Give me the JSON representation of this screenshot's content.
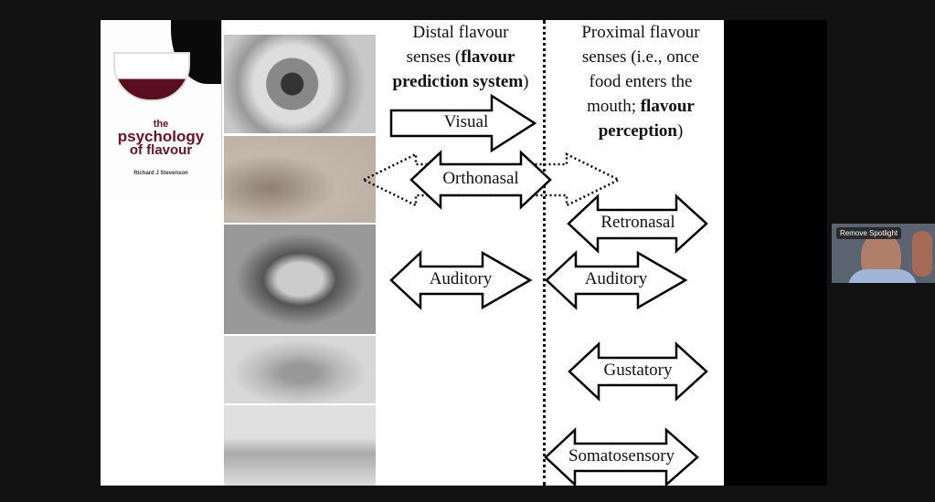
{
  "slide": {
    "book": {
      "line1": "the",
      "line2": "psychology",
      "line3": "of flavour",
      "author": "Richard J Stevenson"
    },
    "distal_heading": {
      "part1": "Distal flavour",
      "part2": "senses (",
      "bold1": "flavour",
      "bold2": "prediction system",
      "end": ")"
    },
    "proximal_heading": {
      "line1": "Proximal flavour",
      "line2": "senses (i.e., once",
      "line3": "food enters the",
      "line4a": "mouth; ",
      "line4b": "flavour",
      "line5b": "perception",
      "line5c": ")"
    },
    "arrows": {
      "visual": "Visual",
      "orthonasal": "Orthonasal",
      "retronasal": "Retronasal",
      "auditory_distal": "Auditory",
      "auditory_proximal": "Auditory",
      "gustatory": "Gustatory",
      "somatosensory": "Somatosensory"
    }
  },
  "video": {
    "spotlight_label": "Remove Spotlight"
  }
}
